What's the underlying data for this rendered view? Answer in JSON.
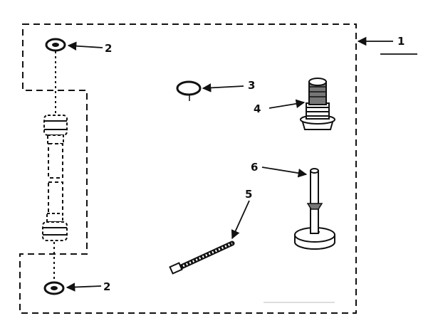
{
  "diagram": {
    "callouts": [
      {
        "id": "callout-1",
        "text": "1"
      },
      {
        "id": "callout-2-top",
        "text": "2"
      },
      {
        "id": "callout-2-bottom",
        "text": "2"
      },
      {
        "id": "callout-3",
        "text": "3"
      },
      {
        "id": "callout-4",
        "text": "4"
      },
      {
        "id": "callout-5",
        "text": "5"
      },
      {
        "id": "callout-6",
        "text": "6"
      }
    ],
    "colors": {
      "ink": "#111111",
      "paper": "#ffffff",
      "shade": "#777777"
    }
  }
}
